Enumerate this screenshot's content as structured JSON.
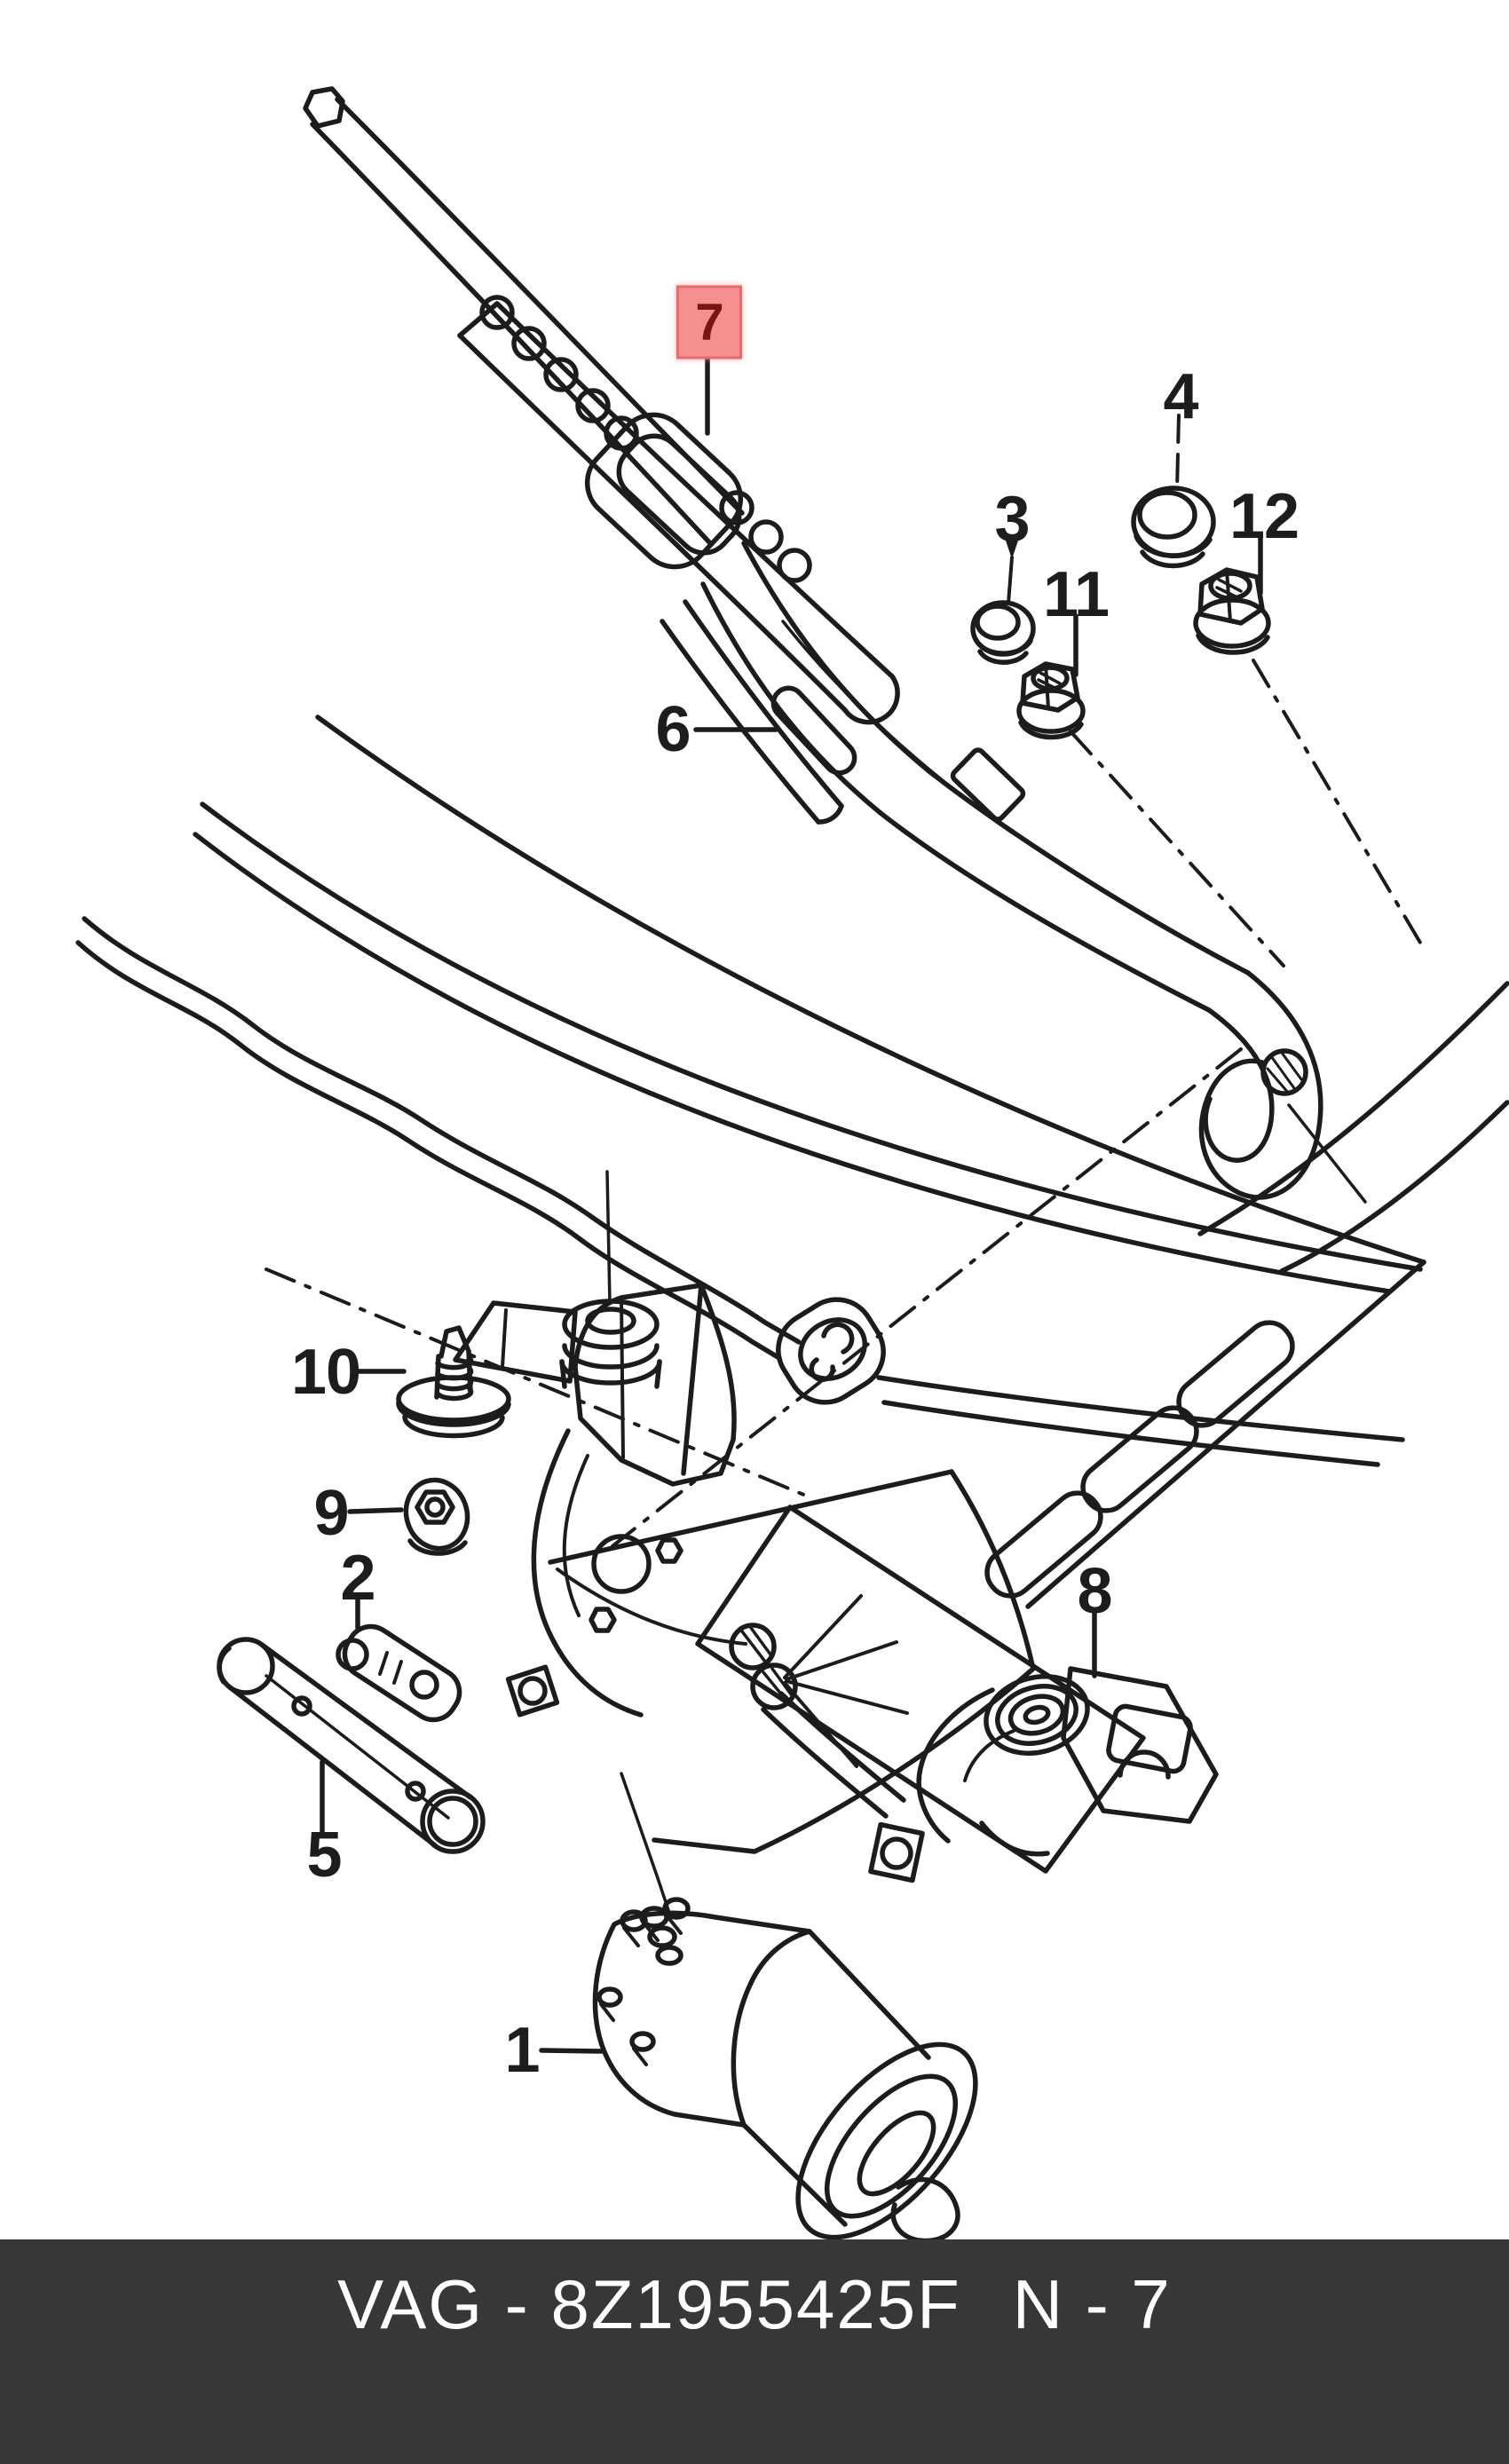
{
  "line_color": "#1c1c1c",
  "callouts": [
    {
      "num": "1"
    },
    {
      "num": "2"
    },
    {
      "num": "3"
    },
    {
      "num": "4"
    },
    {
      "num": "5"
    },
    {
      "num": "6"
    },
    {
      "num": "7"
    },
    {
      "num": "8"
    },
    {
      "num": "9"
    },
    {
      "num": "10"
    },
    {
      "num": "11"
    },
    {
      "num": "12"
    }
  ],
  "highlight": {
    "callout_num": "7",
    "fill": "#f59090",
    "border": "#e86a6a",
    "text_color": "#7d1414"
  },
  "footer": {
    "brand": "VAG",
    "separator": "-",
    "part_number": "8Z1955425F",
    "page_code": "N - 7",
    "bg_color": "#373737",
    "text_color": "#ffffff"
  }
}
